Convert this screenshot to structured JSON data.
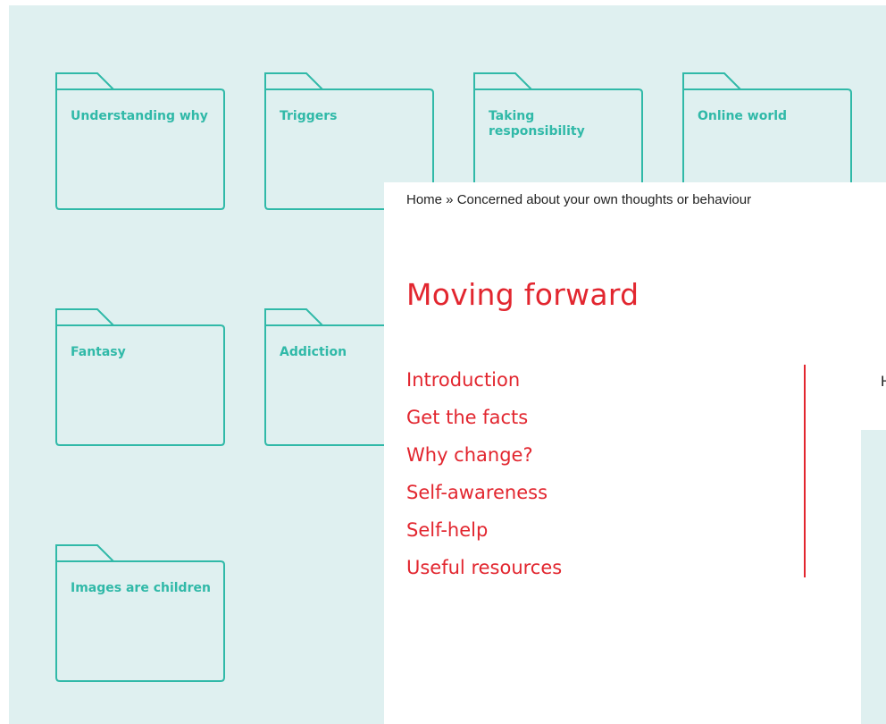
{
  "folders": [
    {
      "label": "Understanding why"
    },
    {
      "label": "Triggers"
    },
    {
      "label": "Taking responsibility"
    },
    {
      "label": "Online world"
    },
    {
      "label": "Fantasy"
    },
    {
      "label": "Addiction"
    },
    {
      "label": "Images are children"
    }
  ],
  "breadcrumb": {
    "text": "Home » Concerned about your own thoughts or behaviour"
  },
  "page": {
    "title": "Moving forward",
    "cut_text": "H"
  },
  "section_nav": [
    {
      "label": "Introduction"
    },
    {
      "label": "Get the facts"
    },
    {
      "label": "Why change?"
    },
    {
      "label": "Self-awareness"
    },
    {
      "label": "Self-help"
    },
    {
      "label": "Useful resources"
    }
  ],
  "colors": {
    "folder_teal": "#30b9a8",
    "panel_bg": "#dff0f0",
    "accent_red": "#e2262f"
  },
  "icons": {
    "folder": "folder-icon"
  }
}
